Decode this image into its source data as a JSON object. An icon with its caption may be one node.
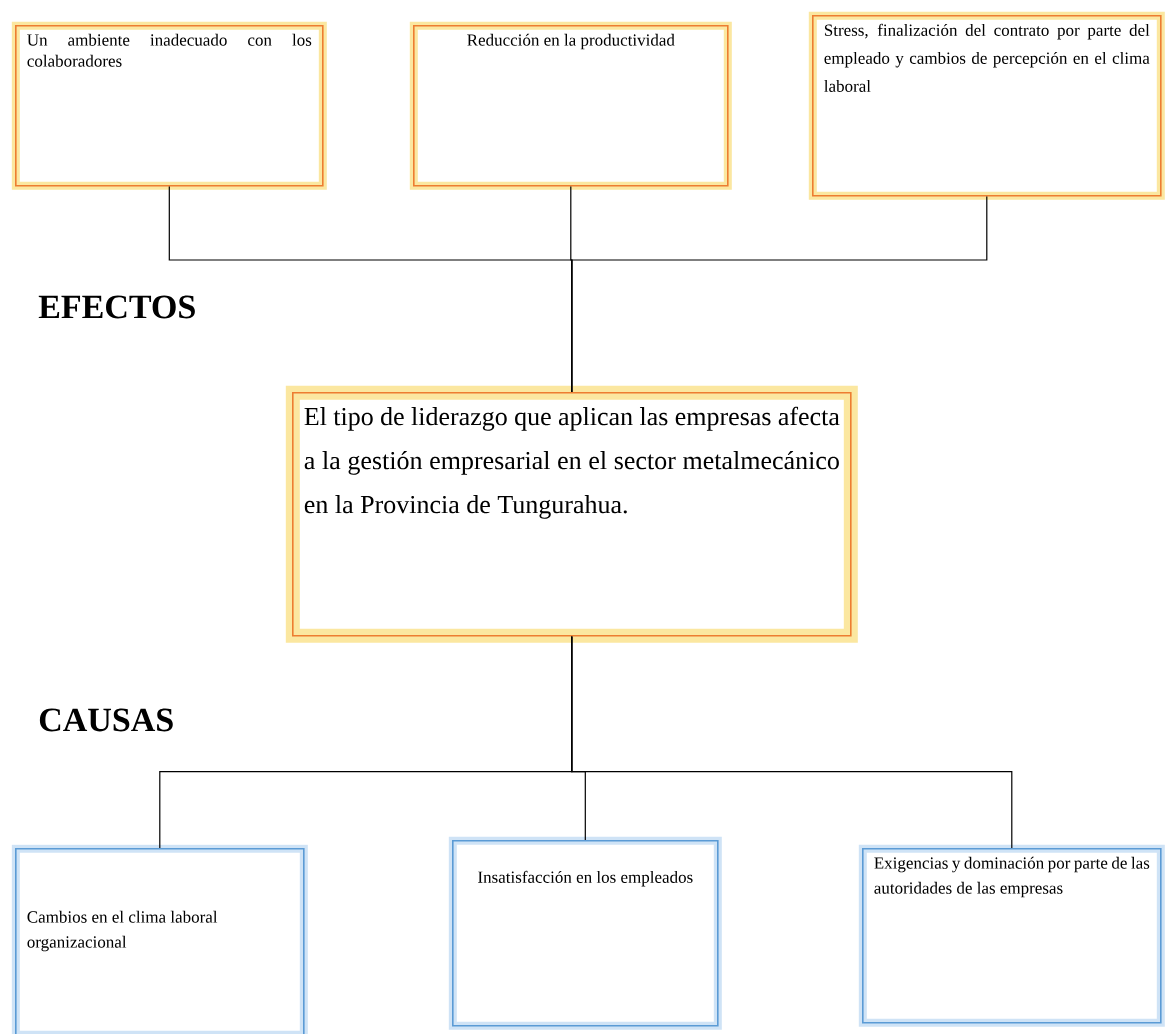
{
  "diagram": {
    "nodes": [
      {
        "text": [
          "Un ambiente inadecuado con los colaboradores"
        ]
      },
      {
        "text": [
          "Reducción en la productividad"
        ]
      },
      {
        "text": [
          "Stress, finalización del contrato por parte del empleado y cambios de percepción en el clima laboral"
        ]
      },
      {
        "text": [
          "El tipo de liderazgo que aplican las empresas afecta a la gestión empresarial en el sector metalmecánico en la Provincia de Tungurahua."
        ]
      },
      {
        "text": [
          "Cambios en el clima laboral organizacional"
        ]
      },
      {
        "text": [
          "Insatisfacción en los empleados"
        ]
      },
      {
        "text": [
          "Exigencias y dominación por parte de las autoridades de las empresas"
        ]
      }
    ],
    "edges": [
      {
        "from": 0,
        "to": 3,
        "arrow": "none"
      },
      {
        "from": 1,
        "to": 3,
        "arrow": "none"
      },
      {
        "from": 2,
        "to": 3,
        "arrow": "none"
      },
      {
        "from": 3,
        "to": 4,
        "arrow": "none"
      },
      {
        "from": 3,
        "to": 5,
        "arrow": "none"
      },
      {
        "from": 3,
        "to": 6,
        "arrow": "none"
      }
    ],
    "labels": [
      "EFECTOS",
      "CAUSAS"
    ]
  }
}
